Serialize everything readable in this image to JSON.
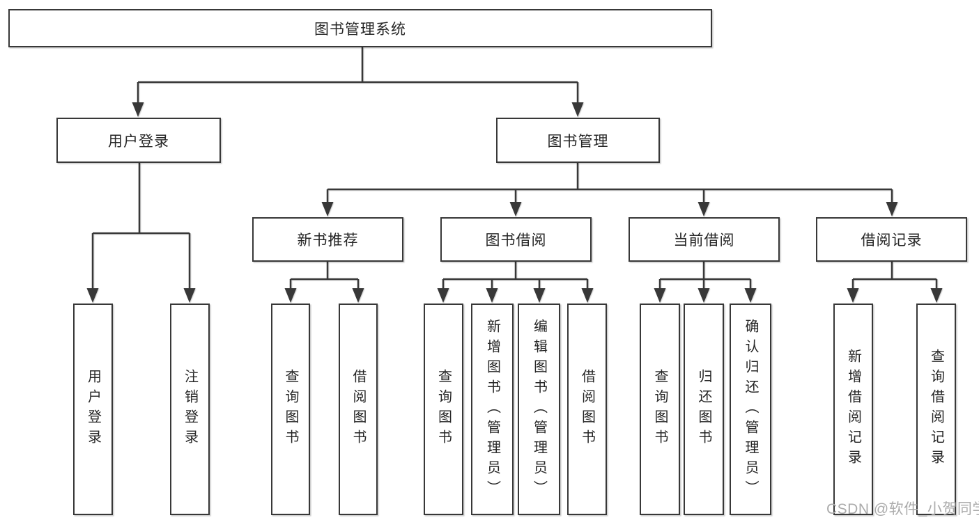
{
  "diagram": {
    "root": {
      "label": "图书管理系统",
      "children": [
        {
          "label": "用户登录",
          "children": [
            {
              "label": "用户登录"
            },
            {
              "label": "注销登录"
            }
          ]
        },
        {
          "label": "图书管理",
          "children": [
            {
              "label": "新书推荐",
              "children": [
                {
                  "label": "查询图书"
                },
                {
                  "label": "借阅图书"
                }
              ]
            },
            {
              "label": "图书借阅",
              "children": [
                {
                  "label": "查询图书"
                },
                {
                  "label": "新增图书（管理员）"
                },
                {
                  "label": "编辑图书（管理员）"
                },
                {
                  "label": "借阅图书"
                }
              ]
            },
            {
              "label": "当前借阅",
              "children": [
                {
                  "label": "查询图书"
                },
                {
                  "label": "归还图书"
                },
                {
                  "label": "确认归还（管理员）"
                }
              ]
            },
            {
              "label": "借阅记录",
              "children": [
                {
                  "label": "新增借阅记录"
                },
                {
                  "label": "查询借阅记录"
                }
              ]
            }
          ]
        }
      ]
    },
    "watermark": "CSDN @软件_小贺同学",
    "colors": {
      "line": "#383838",
      "box_border": "#383838",
      "text": "#262626",
      "watermark": "#ababab",
      "background": "#ffffff"
    }
  }
}
